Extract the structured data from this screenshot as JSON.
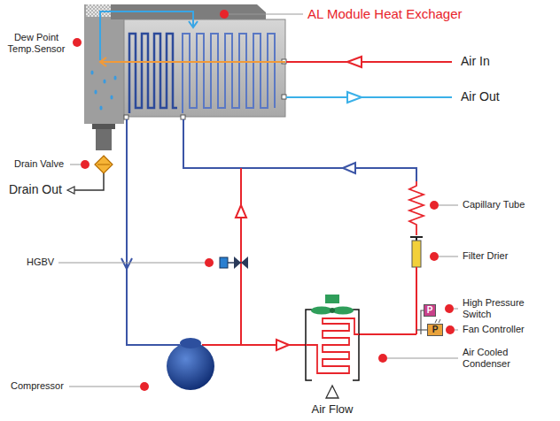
{
  "diagram": {
    "nodes": [
      {
        "text": [
          "P"
        ]
      },
      {
        "text": [
          "P"
        ]
      }
    ],
    "labels": [
      "AL Module Heat Exchager",
      "Air In",
      "Air Out",
      "Dew Point Temp.Sensor",
      "Drain Valve",
      "Drain Out",
      "Capillary Tube",
      "HGBV",
      "Filter Drier",
      "High Pressure Switch",
      "Fan Controller",
      "Air Cooled Condenser",
      "Compressor",
      "Air Flow"
    ]
  }
}
